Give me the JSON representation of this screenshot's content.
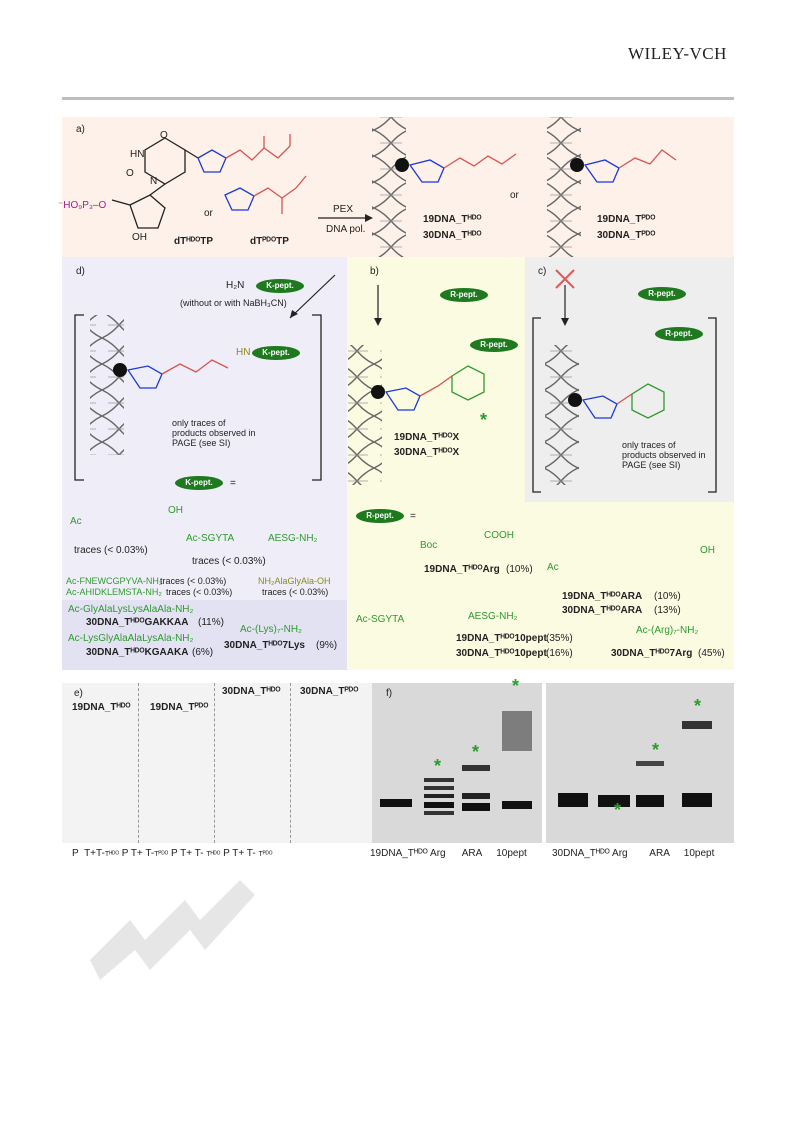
{
  "header": {
    "publisher": "WILEY-VCH"
  },
  "panel_a": {
    "label": "a)",
    "phosphate": "⁻HO₉P₃–O",
    "or1": "or",
    "or2": "or",
    "nuc1": "dTᴴᴰᴼTP",
    "nuc2": "dTᴾᴰᴼTP",
    "pex": "PEX",
    "dna_pol": "DNA pol.",
    "prod1a": "19DNA_Tᴴᴰᴼ",
    "prod1b": "30DNA_Tᴴᴰᴼ",
    "prod2a": "19DNA_Tᴾᴰᴼ",
    "prod2b": "30DNA_Tᴾᴰᴼ",
    "oh": "OH",
    "o1": "O",
    "o2": "O",
    "hn": "HN",
    "n": "N"
  },
  "panel_d": {
    "label": "d)",
    "reagent": "H₂N",
    "kpept": "K-pept.",
    "cond": "(without or with NaBH₃CN)",
    "note": "only traces of products observed in PAGE (see SI)",
    "hn": "HN",
    "eq": "=",
    "ac": "Ac",
    "oh": "OH",
    "seq1": "Ac-SGYTA",
    "seq1b": "AESG-NH₂",
    "traces1": "traces (< 0.03%)",
    "traces2": "traces (< 0.03%)",
    "trace_list_1": "Ac-FNEWCGPYVA-NH₂",
    "trace_list_1b": "traces (< 0.03%)",
    "trace_list_2": "Ac-AHIDKLEMSTA-NH₂",
    "trace_list_2b": "traces (< 0.03%)",
    "trace_olive": "NH₂AlaGlyAla-OH",
    "trace_olive_b": "traces (< 0.03%)",
    "pep1": "Ac-GlyAlaLysLysAlaAla-NH₂",
    "pep1_prod": "30DNA_TᴴᴰᴼGAKKAA",
    "pep1_yield": "(11%)",
    "pep2": "Ac-LysGlyAlaAlaLysAla-NH₂",
    "pep2_prod": "30DNA_TᴴᴰᴼKGAAKA",
    "pep2_yield": "(6%)",
    "pep3": "Ac-(Lys)₇-NH₂",
    "pep3_prod": "30DNA_Tᴴᴰᴼ7Lys",
    "pep3_yield": "(9%)"
  },
  "panel_b": {
    "label": "b)",
    "rpept": "R-pept.",
    "prod_a": "19DNA_TᴴᴰᴼX",
    "prod_b": "30DNA_TᴴᴰᴼX",
    "eq": "=",
    "boc": "Boc",
    "cooh": "COOH",
    "arg_prod": "19DNA_TᴴᴰᴼArg",
    "arg_yield": "(10%)",
    "ac": "Ac",
    "oh": "OH",
    "ara1": "19DNA_TᴴᴰᴼARA",
    "ara1_yield": "(10%)",
    "ara2": "30DNA_TᴴᴰᴼARA",
    "ara2_yield": "(13%)",
    "seq": "Ac-SGYTA",
    "seq_b": "AESG-NH₂",
    "p10a": "19DNA_Tᴴᴰᴼ10pept",
    "p10a_yield": "(35%)",
    "p10b": "30DNA_Tᴴᴰᴼ10pept",
    "p10b_yield": "(16%)",
    "arg7": "Ac-(Arg)₇-NH₂",
    "arg7_prod": "30DNA_Tᴴᴰᴼ7Arg",
    "arg7_yield": "(45%)",
    "star": "*"
  },
  "panel_c": {
    "label": "c)",
    "rpept": "R-pept.",
    "note": "only traces of products observed in PAGE (see SI)"
  },
  "panel_e": {
    "label": "e)",
    "titles": [
      "19DNA_Tᴴᴰᴼ",
      "19DNA_Tᴾᴰᴼ",
      "30DNA_Tᴴᴰᴼ",
      "30DNA_Tᴾᴰᴼ"
    ],
    "lanes": [
      "P",
      "T+",
      "T-",
      "Tᴴᴰᴼ",
      "P",
      "T+",
      "T-",
      "Tᴾᴰᴼ",
      "P",
      "T+",
      "T-",
      "Tᴴᴰᴼ",
      "P",
      "T+",
      "T-",
      "Tᴾᴰᴼ"
    ]
  },
  "panel_f": {
    "label": "f)",
    "lanes1": [
      "19DNA_Tᴴᴰᴼ",
      "Arg",
      "ARA",
      "10pept"
    ],
    "lanes2": [
      "30DNA_Tᴴᴰᴼ",
      "Arg",
      "ARA",
      "10pept"
    ],
    "star": "*"
  },
  "colors": {
    "ketone": "#d9534f",
    "triazole": "#1a3ad6",
    "peptide": "#1f7a1f",
    "phosphate": "#a0208f"
  }
}
